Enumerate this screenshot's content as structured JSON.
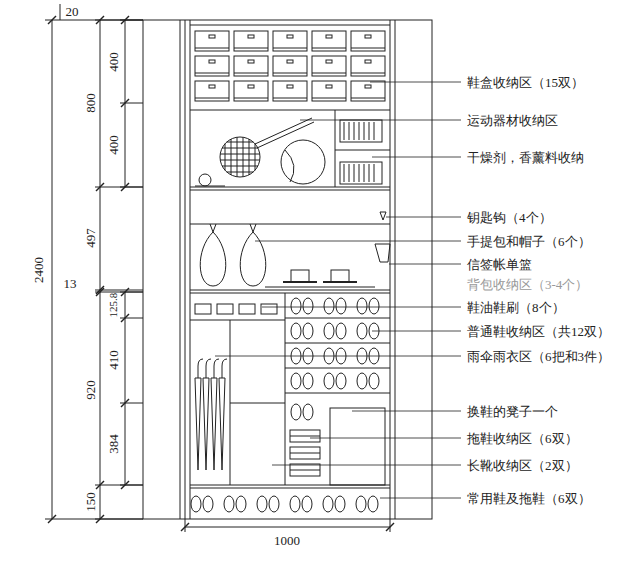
{
  "diagram": {
    "labels": [
      "20",
      "2400",
      "800",
      "400",
      "400",
      "497",
      "13",
      "125.8",
      "920",
      "410",
      "384",
      "150",
      "1000",
      "鞋盒收纳区（15双）",
      "运动器材收纳区",
      "干燥剂，香薰料收纳",
      "钥匙钩（4个）",
      "手提包和帽子（6个）",
      "信签帐单篮",
      "背包收纳区（3-4个）",
      "鞋油鞋刷（8个）",
      "普通鞋收纳区（共12双）",
      "雨伞雨衣区（6把和3件）",
      "换鞋的凳子一个",
      "拖鞋收纳区（6双）",
      "长靴收纳区（2双）",
      "常用鞋及拖鞋（6双）"
    ]
  }
}
